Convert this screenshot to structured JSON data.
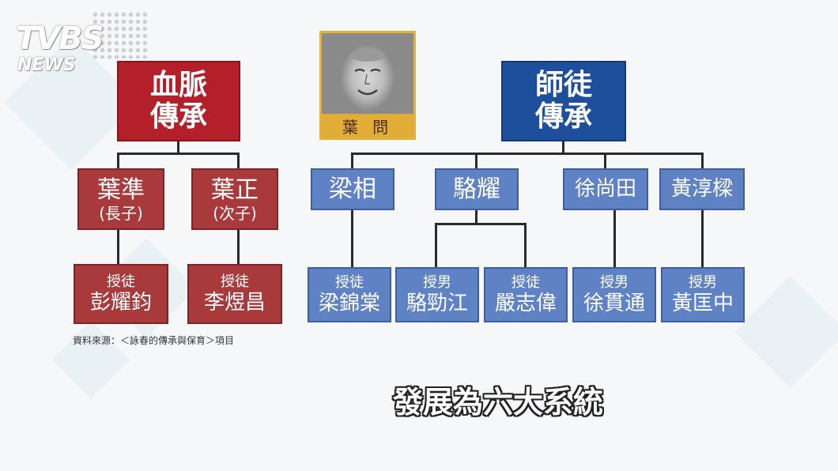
{
  "logo": {
    "brand": "TVBS",
    "sub": "NEWS"
  },
  "portrait": {
    "caption": "葉 問"
  },
  "blood": {
    "title": "血脈\n傳承",
    "children": [
      {
        "name": "葉準",
        "note": "(長子)",
        "student_label": "授徒",
        "student": "彭耀鈞"
      },
      {
        "name": "葉正",
        "note": "(次子)",
        "student_label": "授徒",
        "student": "李煜昌"
      }
    ]
  },
  "master": {
    "title": "師徒\n傳承",
    "disciples": [
      {
        "name": "梁相"
      },
      {
        "name": "駱耀"
      },
      {
        "name": "徐尚田"
      },
      {
        "name": "黃淳樑"
      }
    ],
    "leaves": [
      {
        "label": "授徒",
        "name": "梁錦棠"
      },
      {
        "label": "授男",
        "name": "駱勁江"
      },
      {
        "label": "授徒",
        "name": "嚴志偉"
      },
      {
        "label": "授男",
        "name": "徐貫通"
      },
      {
        "label": "授男",
        "name": "黃匡中"
      }
    ]
  },
  "source": "資料來源：＜詠春的傳承與保育＞項目",
  "subtitle": "發展為六大系統",
  "colors": {
    "red_dark": "#b3202a",
    "red": "#a83a3c",
    "blue_dark": "#1d4f9c",
    "blue": "#5f82c4",
    "gold": "#e2ad36"
  }
}
